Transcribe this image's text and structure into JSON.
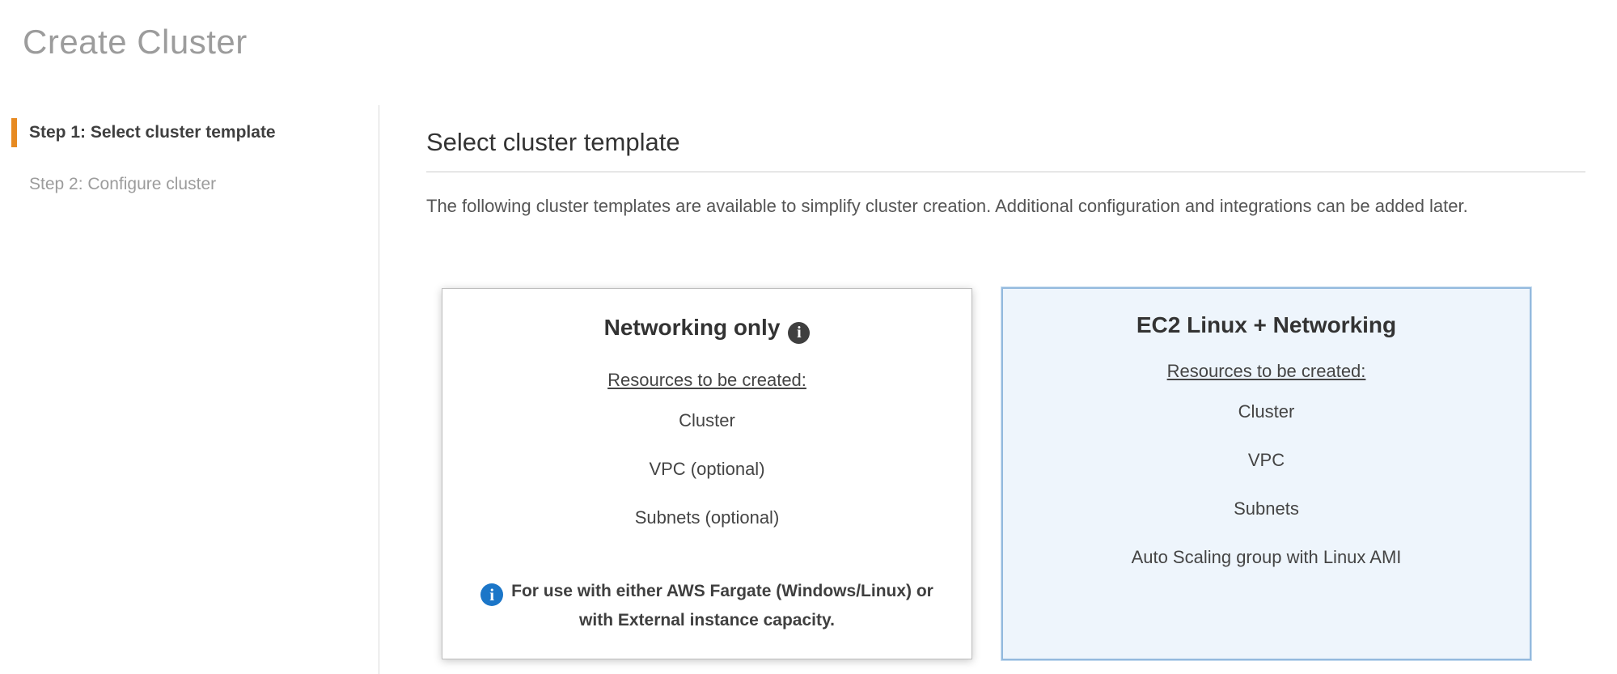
{
  "page": {
    "title": "Create Cluster"
  },
  "steps": [
    {
      "label": "Step 1: Select cluster template",
      "active": true
    },
    {
      "label": "Step 2: Configure cluster",
      "active": false
    }
  ],
  "main": {
    "heading": "Select cluster template",
    "description": "The following cluster templates are available to simplify cluster creation. Additional configuration and integrations can be added later."
  },
  "cards": [
    {
      "title": "Networking only",
      "info_icon": "i",
      "resources_label": "Resources to be created:",
      "resources": [
        "Cluster",
        "VPC (optional)",
        "Subnets (optional)"
      ],
      "note": "For use with either AWS Fargate (Windows/Linux) or with External instance capacity.",
      "selected": false
    },
    {
      "title": "EC2 Linux + Networking",
      "resources_label": "Resources to be created:",
      "resources": [
        "Cluster",
        "VPC",
        "Subnets",
        "Auto Scaling group with Linux AMI"
      ],
      "selected": true
    }
  ],
  "colors": {
    "accent_orange": "#e78a21",
    "selected_card_bg": "#eef5fc",
    "selected_card_border": "#94bade",
    "info_blue": "#1b76c8",
    "title_gray": "#9c9c9c"
  }
}
